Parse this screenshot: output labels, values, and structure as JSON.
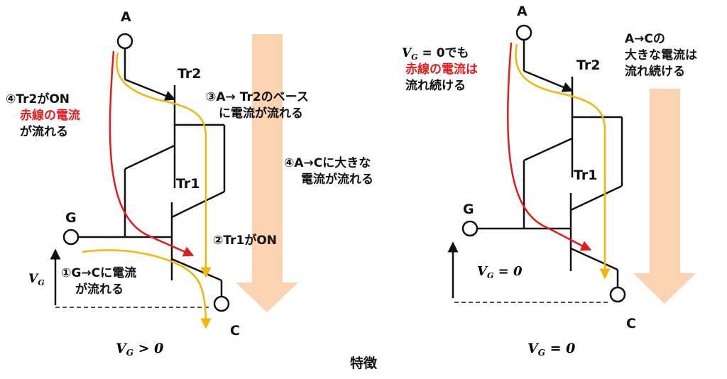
{
  "left": {
    "terminal_a": "A",
    "terminal_g": "G",
    "terminal_c": "C",
    "tr2_label": "Tr2",
    "tr1_label": "Tr1",
    "step4_tr2_line1": "④Tr2がON",
    "step4_tr2_line2": "赤線の電流",
    "step4_tr2_line3": "が流れる",
    "step3_line1": "③A→ Tr2のベース",
    "step3_line2": "に電流が流れる",
    "step4_ac_line1": "④A→Cに大きな",
    "step4_ac_line2": "電流が流れる",
    "step2": "②Tr1がON",
    "step1_line1": "①G→Cに電流",
    "step1_line2": "が流れる",
    "vg_symbol": "V",
    "vg_sub": "G",
    "caption_v": "V",
    "caption_sub": "G",
    "caption_rest": " > 0"
  },
  "right": {
    "terminal_a": "A",
    "terminal_g": "G",
    "terminal_c": "C",
    "tr2_label": "Tr2",
    "tr1_label": "Tr1",
    "note_line1_v": "V",
    "note_line1_sub": "G",
    "note_line1_rest": " = 0でも",
    "note_line2": "赤線の電流は",
    "note_line3": "流れ続ける",
    "ac_line1": "A→Cの",
    "ac_line2": "大きな電流は",
    "ac_line3": "流れ続ける",
    "vg_v": "V",
    "vg_sub": "G",
    "vg_rest": " = 0",
    "caption_v": "V",
    "caption_sub": "G",
    "caption_rest": " = 0"
  },
  "footer_caption": "特徴",
  "colors": {
    "red_path": "#e51b1b",
    "yellow_path": "#f2b705",
    "big_arrow": "#fbd3b1",
    "line": "#111111"
  }
}
